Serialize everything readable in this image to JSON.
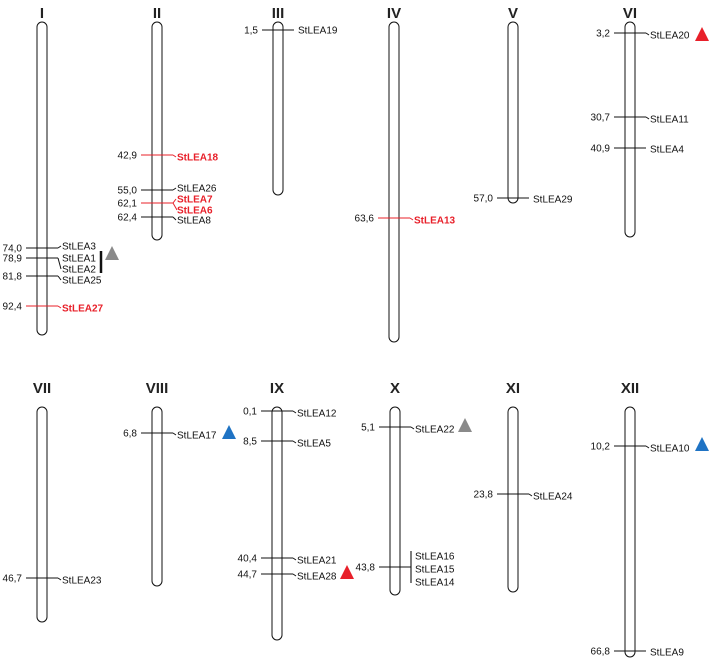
{
  "colors": {
    "black": "#111111",
    "red": "#e8202a",
    "gray": "#8a8a8a",
    "blue": "#1f73c4"
  },
  "chromosomes": [
    {
      "label": "I",
      "markers": [
        {
          "pos": "74,0",
          "gene": "StLEA3",
          "color": "black"
        },
        {
          "pos": "78,9",
          "gene": "StLEA1",
          "color": "black"
        },
        {
          "pos": "",
          "gene": "StLEA2",
          "color": "black"
        },
        {
          "pos": "81,8",
          "gene": "StLEA25",
          "color": "black"
        },
        {
          "pos": "92,4",
          "gene": "StLEA27",
          "color": "red"
        }
      ],
      "triangles": [
        {
          "color": "gray",
          "near": "StLEA1"
        }
      ]
    },
    {
      "label": "II",
      "markers": [
        {
          "pos": "42,9",
          "gene": "StLEA18",
          "color": "red"
        },
        {
          "pos": "55,0",
          "gene": "StLEA26",
          "color": "black"
        },
        {
          "pos": "62,1",
          "gene": "StLEA7",
          "color": "red"
        },
        {
          "pos": "",
          "gene": "StLEA6",
          "color": "red"
        },
        {
          "pos": "62,4",
          "gene": "StLEA8",
          "color": "black"
        }
      ],
      "triangles": []
    },
    {
      "label": "III",
      "markers": [
        {
          "pos": "1,5",
          "gene": "StLEA19",
          "color": "black"
        }
      ],
      "triangles": []
    },
    {
      "label": "IV",
      "markers": [
        {
          "pos": "63,6",
          "gene": "StLEA13",
          "color": "red"
        }
      ],
      "triangles": []
    },
    {
      "label": "V",
      "markers": [
        {
          "pos": "57,0",
          "gene": "StLEA29",
          "color": "black"
        }
      ],
      "triangles": []
    },
    {
      "label": "VI",
      "markers": [
        {
          "pos": "3,2",
          "gene": "StLEA20",
          "color": "black"
        },
        {
          "pos": "30,7",
          "gene": "StLEA11",
          "color": "black"
        },
        {
          "pos": "40,9",
          "gene": "StLEA4",
          "color": "black"
        }
      ],
      "triangles": [
        {
          "color": "red",
          "near": "StLEA20"
        }
      ]
    },
    {
      "label": "VII",
      "markers": [
        {
          "pos": "46,7",
          "gene": "StLEA23",
          "color": "black"
        }
      ],
      "triangles": []
    },
    {
      "label": "VIII",
      "markers": [
        {
          "pos": "6,8",
          "gene": "StLEA17",
          "color": "black"
        }
      ],
      "triangles": [
        {
          "color": "blue",
          "near": "StLEA17"
        }
      ]
    },
    {
      "label": "IX",
      "markers": [
        {
          "pos": "0,1",
          "gene": "StLEA12",
          "color": "black"
        },
        {
          "pos": "8,5",
          "gene": "StLEA5",
          "color": "black"
        },
        {
          "pos": "40,4",
          "gene": "StLEA21",
          "color": "black"
        },
        {
          "pos": "44,7",
          "gene": "StLEA28",
          "color": "black"
        }
      ],
      "triangles": [
        {
          "color": "red",
          "near": "StLEA28"
        }
      ]
    },
    {
      "label": "X",
      "markers": [
        {
          "pos": "5,1",
          "gene": "StLEA22",
          "color": "black"
        },
        {
          "pos": "43,8",
          "gene": "StLEA16",
          "color": "black"
        },
        {
          "pos": "",
          "gene": "StLEA15",
          "color": "black"
        },
        {
          "pos": "",
          "gene": "StLEA14",
          "color": "black"
        }
      ],
      "triangles": [
        {
          "color": "gray",
          "near": "StLEA22"
        }
      ]
    },
    {
      "label": "XI",
      "markers": [
        {
          "pos": "23,8",
          "gene": "StLEA24",
          "color": "black"
        }
      ],
      "triangles": []
    },
    {
      "label": "XII",
      "markers": [
        {
          "pos": "10,2",
          "gene": "StLEA10",
          "color": "black"
        },
        {
          "pos": "66,8",
          "gene": "StLEA9",
          "color": "black"
        }
      ],
      "triangles": [
        {
          "color": "blue",
          "near": "StLEA10"
        }
      ]
    }
  ]
}
